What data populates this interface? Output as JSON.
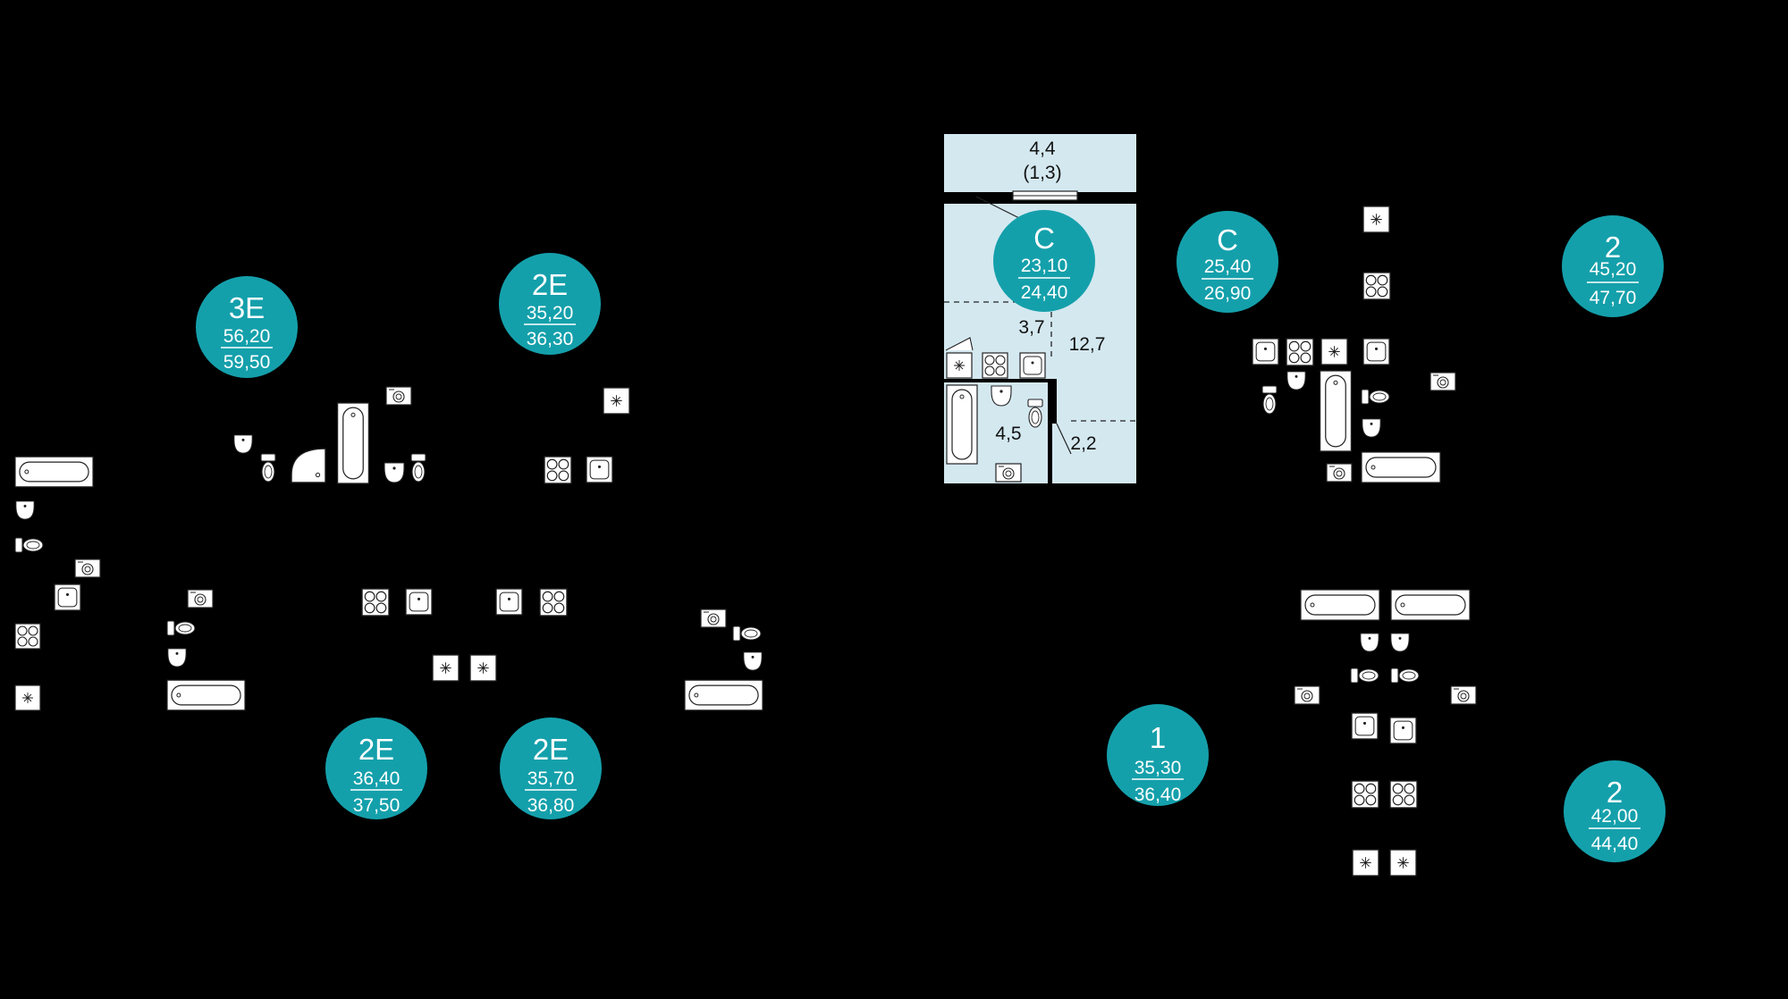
{
  "colors": {
    "background": "#000000",
    "badge": "#14a0ab",
    "room_fill": "#d4e8f0",
    "fixture_fill": "#ffffff",
    "fixture_stroke": "#222222"
  },
  "units": [
    {
      "id": "3e",
      "type": "3E",
      "area_top": "56,20",
      "area_bottom": "59,50"
    },
    {
      "id": "2e-top",
      "type": "2E",
      "area_top": "35,20",
      "area_bottom": "36,30"
    },
    {
      "id": "c-highlighted",
      "type": "C",
      "area_top": "23,10",
      "area_bottom": "24,40"
    },
    {
      "id": "c-right",
      "type": "C",
      "area_top": "25,40",
      "area_bottom": "26,90"
    },
    {
      "id": "2-top",
      "type": "2",
      "area_top": "45,20",
      "area_bottom": "47,70"
    },
    {
      "id": "2e-bottom-left",
      "type": "2E",
      "area_top": "36,40",
      "area_bottom": "37,50"
    },
    {
      "id": "2e-bottom-mid",
      "type": "2E",
      "area_top": "35,70",
      "area_bottom": "36,80"
    },
    {
      "id": "1",
      "type": "1",
      "area_top": "35,30",
      "area_bottom": "36,40"
    },
    {
      "id": "2-bottom",
      "type": "2",
      "area_top": "42,00",
      "area_bottom": "44,40"
    }
  ],
  "highlighted_unit": {
    "balcony_area": "4,4",
    "balcony_reduced_area": "(1,3)",
    "kitchen_area": "3,7",
    "living_area": "12,7",
    "bathroom_area": "4,5",
    "hall_area": "2,2"
  },
  "fixture_icons": [
    "bathtub-icon",
    "toilet-icon",
    "sink-icon",
    "stove-icon",
    "washing-machine-icon",
    "fan-icon",
    "shower-icon",
    "bidet-icon"
  ]
}
